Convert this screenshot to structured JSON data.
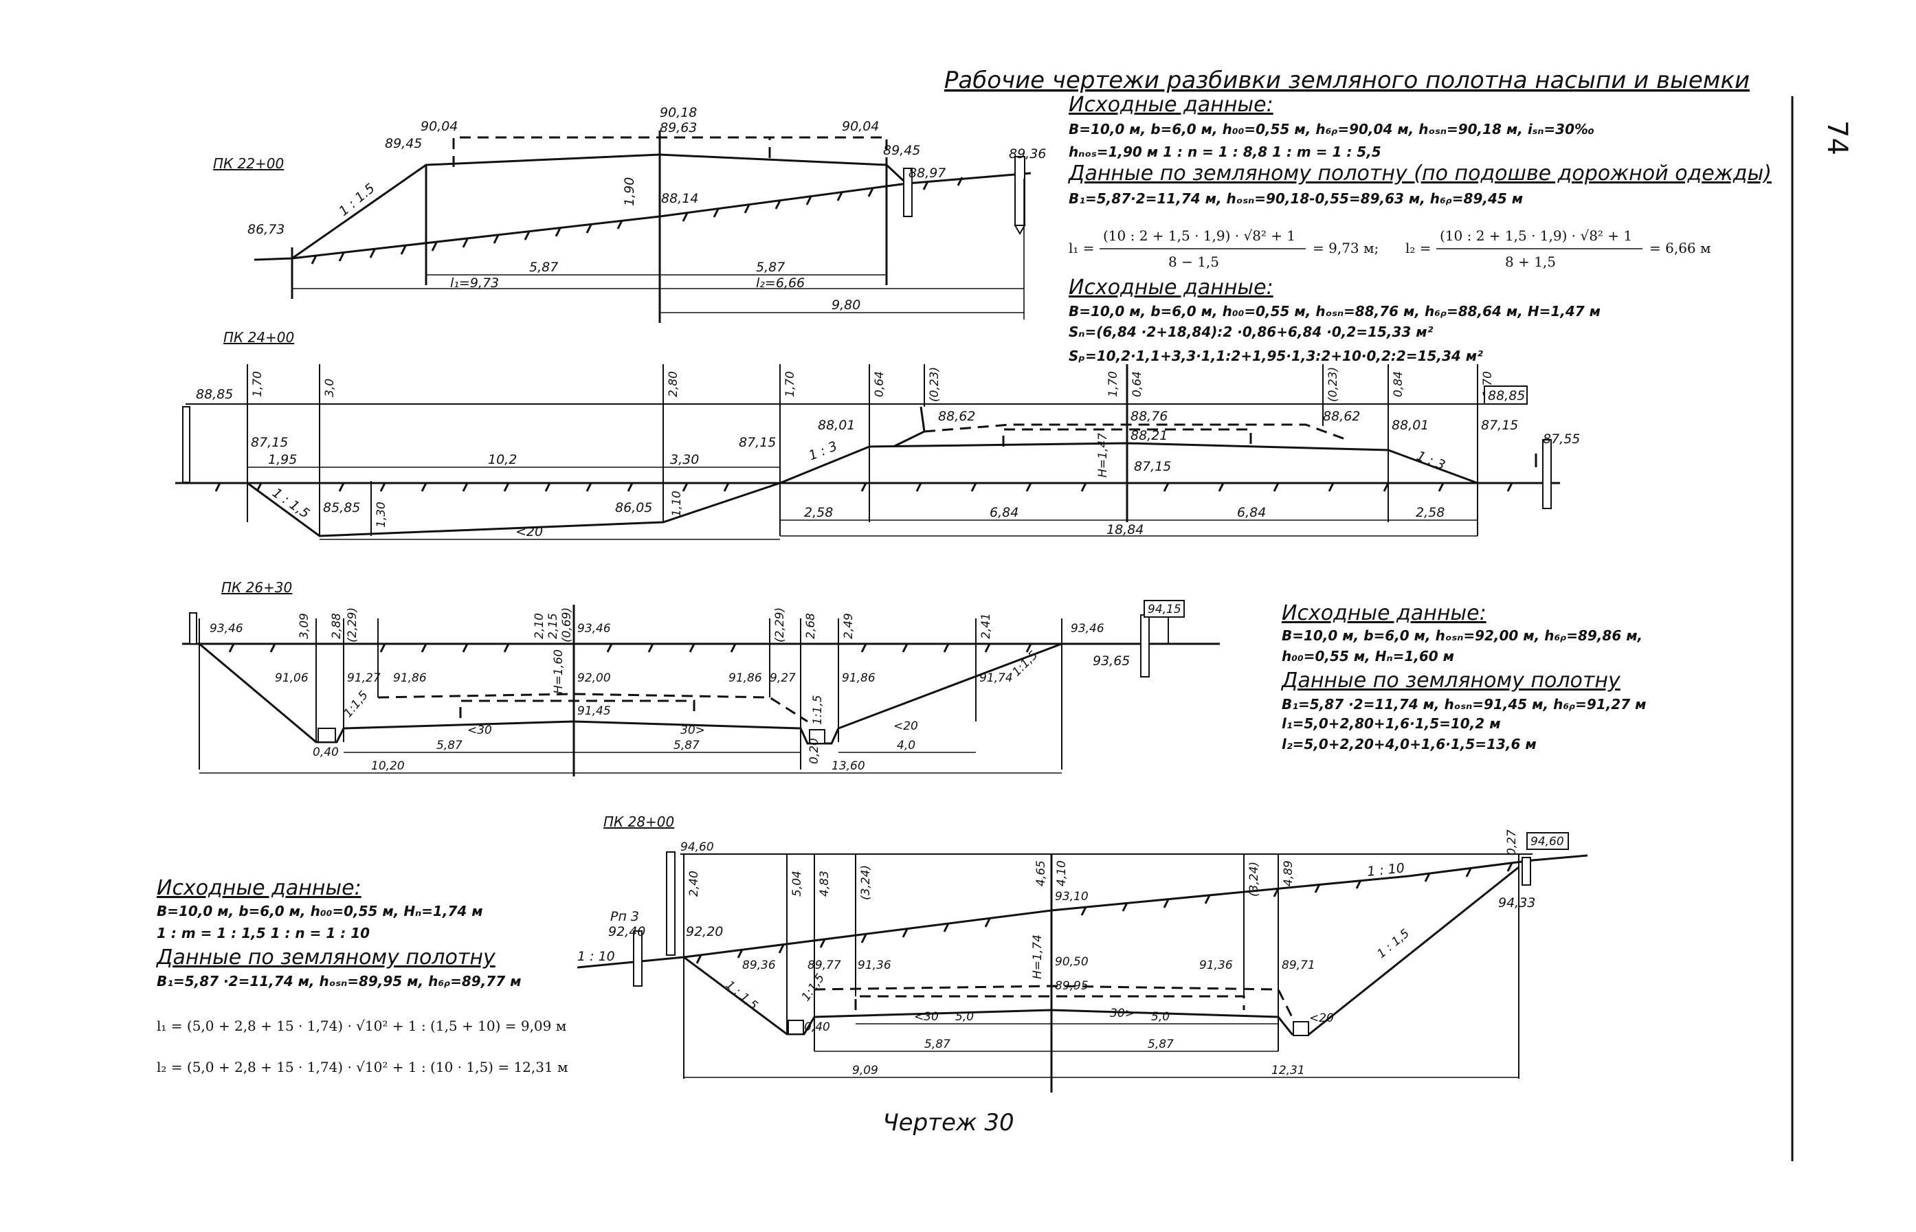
{
  "header": {
    "title": "Рабочие чертежи разбивки земляного полотна насыпи и выемки",
    "page_number": "74",
    "caption": "Чертеж 30"
  },
  "section1": {
    "pk": "ПК 22+00",
    "labels": {
      "a": "90,04",
      "b": "89,45",
      "c": "90,18",
      "d": "89,63",
      "e": "90,04",
      "f": "89,45",
      "g": "88,97",
      "h": "89,36",
      "i": "86,73",
      "j": "88,14",
      "slope": "1 : 1.5",
      "h190": "1,90",
      "d1": "5,87",
      "d2": "5,87",
      "l1": "l₁=9,73",
      "l2": "l₂=6,66",
      "d3": "9,80"
    },
    "info": {
      "head1": "Исходные данные:",
      "line1": "B=10,0 м, b=6,0 м, h₀₀=0,55 м, h₆ᵨ=90,04 м, hₒₛₙ=90,18 м, iₛₙ=30‰",
      "line2": "hₙₒₛ=1,90 м    1 : n = 1 : 8,8    1 : m = 1 : 5,5",
      "head2": "Данные по земляному полотну (по подошве дорожной одежды)",
      "line3": "B₁=5,87·2=11,74 м, hₒₛₙ=90,18-0,55=89,63 м, h₆ᵨ=89,45 м",
      "f1_lhs": "l₁ =",
      "f1_num": "(10 : 2 + 1,5 · 1,9) · √8² + 1",
      "f1_den": "8 − 1,5",
      "f1_res": "= 9,73 м;",
      "f2_lhs": "l₂ =",
      "f2_num": "(10 : 2 + 1,5 · 1,9) · √8² + 1",
      "f2_den": "8 + 1,5",
      "f2_res": "= 6,66 м"
    }
  },
  "section2": {
    "pk": "ПК 24+00",
    "info": {
      "head": "Исходные данные:",
      "line1": "B=10,0 м, b=6,0 м, h₀₀=0,55 м, hₒₛₙ=88,76 м, h₆ᵨ=88,64 м,  H=1,47 м",
      "line2": "Sₙ=(6,84 ·2+18,84):2 ·0,86+6,84 ·0,2=15,33 м²",
      "line3": "Sₚ=10,2·1,1+3,3·1,1:2+1,95·1,3:2+10·0,2:2=15,34 м²"
    },
    "labels": {
      "e8885": "88,85",
      "v170a": "1,70",
      "v30": "3,0",
      "v280": "2,80",
      "v170b": "1,70",
      "v064a": "0,64",
      "v023a": "(0,23)",
      "v170c": "1,70",
      "v064b": "0,64",
      "v023b": "(0,23)",
      "v084": "0,84",
      "v170d": "1,70",
      "box8885": "88,85",
      "e8715a": "87,15",
      "e8715b": "87,15",
      "e8801a": "88,01",
      "e8862a": "88,62",
      "e8876": "88,76",
      "e8821": "88,21",
      "e8862b": "88,62",
      "e8801b": "88,01",
      "e8715c": "87,15",
      "e8755": "87,55",
      "e8715d": "87,15",
      "d195": "1,95",
      "d102": "10,2",
      "d330": "3,30",
      "s13a": "1 : 3",
      "s13b": "1 : 3",
      "s115": "1 : 1,5",
      "e8585": "85,85",
      "v130": "1,30",
      "e8605": "86,05",
      "v110": "1,10",
      "lt20": "<20",
      "h147": "H=1,47",
      "d258a": "2,58",
      "d684a": "6,84",
      "d684b": "6,84",
      "d258b": "2,58",
      "d1884": "18,84"
    }
  },
  "section3": {
    "pk": "ПК 26+30",
    "info": {
      "head1": "Исходные данные:",
      "line1": "B=10,0 м, b=6,0 м, hₒₛₙ=92,00 м, h₆ᵨ=89,86 м,",
      "line2": "h₀₀=0,55 м, Hₙ=1,60 м",
      "head2": "Данные по земляному полотну",
      "line3": "B₁=5,87 ·2=11,74 м, hₒₛₙ=91,45 м, h₆ᵨ=91,27 м",
      "line4": "l₁=5,0+2,80+1,6·1,5=10,2 м",
      "line5": "l₂=5,0+2,20+4,0+1,6·1,5=13,6 м"
    },
    "labels": {
      "e9346a": "93,46",
      "v309": "3,09",
      "v288": "2,88",
      "v229a": "(2,29)",
      "v210": "2,10",
      "v215": "2,15",
      "v069": "(0,69)",
      "e9346b": "93,46",
      "v229b": "(2,29)",
      "v268": "2,68",
      "v249": "2,49",
      "v241": "2,41",
      "e9346c": "93,46",
      "box9415": "94,15",
      "e9365": "93,65",
      "e9106": "91,06",
      "e9127a": "91,27",
      "e9186a": "91,86",
      "h160": "H=1,60",
      "e9200": "92,00",
      "e9186b": "91,86",
      "e9127b": "9,27",
      "e9186c": "91,86",
      "e9174": "91,74",
      "s115a": "1:1,5",
      "s115b": "1:1,5",
      "s115c": "1:1,5",
      "e9145": "91,45",
      "lt30": "<30",
      "gt30": "30>",
      "lt20": "<20",
      "v040": "0,40",
      "d587a": "5,87",
      "d587b": "5,87",
      "v020": "0,20",
      "d40": "4,0",
      "d1020": "10,20",
      "d1360": "13,60"
    }
  },
  "section4": {
    "pk": "ПК 28+00",
    "info": {
      "head1": "Исходные данные:",
      "line1": "B=10,0 м, b=6,0 м, h₀₀=0,55 м, Hₙ=1,74 м",
      "line2": "1 : m = 1 : 1,5     1 : n = 1 : 10",
      "head2": "Данные по земляному полотну",
      "line3": "B₁=5,87 ·2=11,74 м, hₒₛₙ=89,95 м, h₆ᵨ=89,77 м",
      "f1": "l₁ = (5,0 + 2,8 + 15 · 1,74) · √10² + 1 : (1,5 + 10) = 9,09 м",
      "f2": "l₂ = (5,0 + 2,8 + 15 · 1,74) · √10² + 1 : (10 · 1,5) = 12,31 м"
    },
    "labels": {
      "e9460a": "94,60",
      "v240": "2,40",
      "v504": "5,04",
      "v483": "4,83",
      "v324a": "(3,24)",
      "v465": "4,65",
      "v410": "4,10",
      "e9310": "93,10",
      "v324b": "(3,24)",
      "v489": "4,89",
      "v027": "0,27",
      "box9460": "94,60",
      "e9433": "94,33",
      "s110a": "1 : 10",
      "s110b": "1 : 10",
      "rp3": "Рп 3",
      "e9240": "92,40",
      "e9220": "92,20",
      "e8936": "89,36",
      "e8977": "89,77",
      "e9136a": "91,36",
      "h174": "H=1,74",
      "e9050": "90,50",
      "e9136b": "91,36",
      "e8971": "89,71",
      "s115a": "1 : 1,5",
      "s115b": "1 : 1,5",
      "s115c": "1:1,5",
      "e8995": "89,95",
      "lt30": "<30",
      "d50a": "5,0",
      "gt30": "30>",
      "d50b": "5,0",
      "lt20": "<20",
      "v040": "0,40",
      "d587a": "5,87",
      "d587b": "5,87",
      "d909": "9,09",
      "d1231": "12,31"
    }
  }
}
